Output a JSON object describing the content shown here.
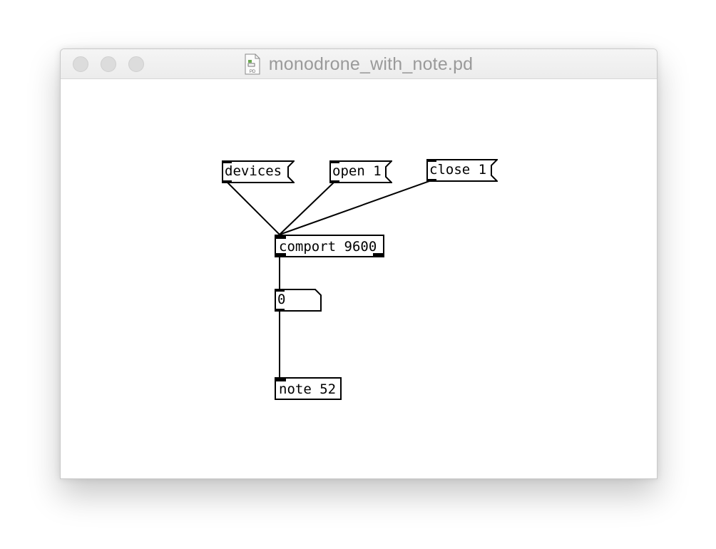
{
  "window": {
    "title": "monodrone_with_note.pd",
    "file_icon_label": "PD",
    "traffic_lights": [
      "close-button",
      "minimize-button",
      "zoom-button"
    ]
  },
  "patch": {
    "messages": {
      "devices": "devices",
      "open": "open 1",
      "close": "close 1"
    },
    "objects": {
      "comport": "comport 9600",
      "note": "note 52"
    },
    "number_box": {
      "value": "0"
    }
  },
  "colors": {
    "wire": "#000000",
    "box_border": "#000000",
    "title_text": "#9a9a9a"
  }
}
